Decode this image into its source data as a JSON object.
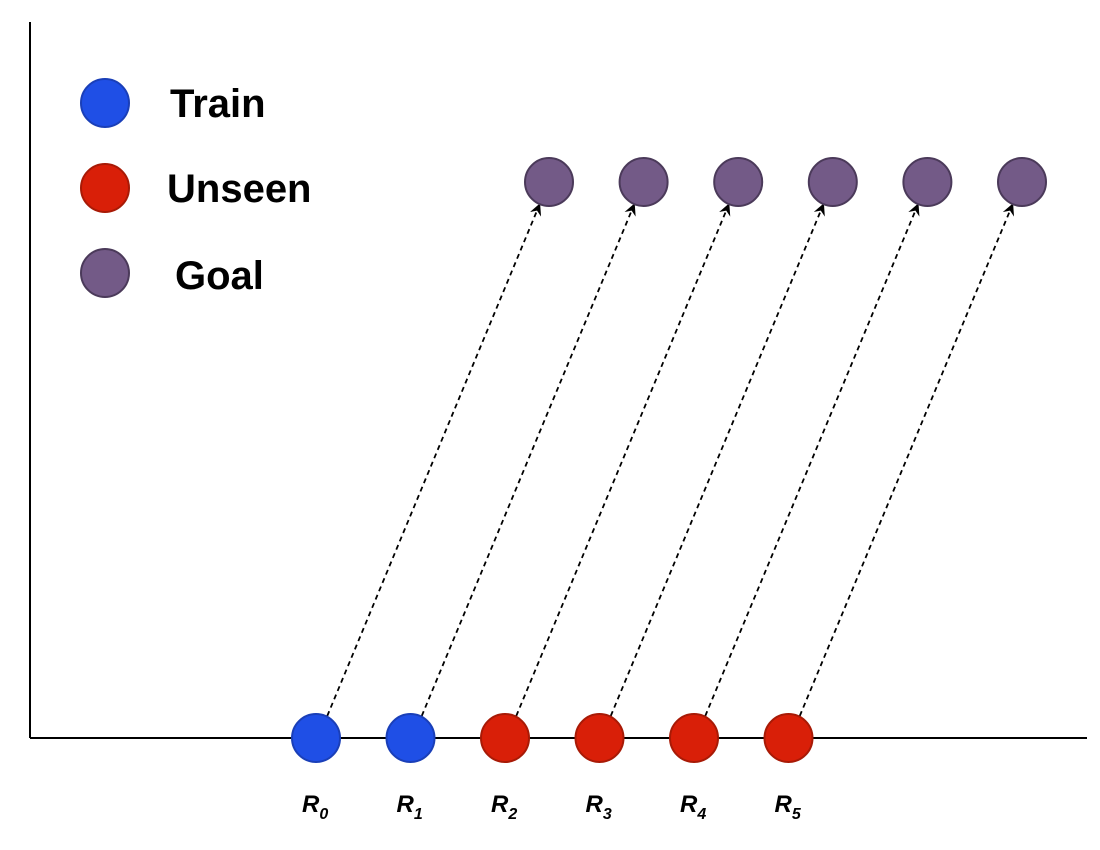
{
  "legend": {
    "items": [
      {
        "key": "train",
        "label": "Train",
        "fill": "#1f4fe6",
        "stroke": "#1a3fb8"
      },
      {
        "key": "unseen",
        "label": "Unseen",
        "fill": "#d91f08",
        "stroke": "#a81a06"
      },
      {
        "key": "goal",
        "label": "Goal",
        "fill": "#735a87",
        "stroke": "#4b3a5a"
      }
    ]
  },
  "nodes": [
    {
      "base": "R",
      "sub": "0",
      "kind": "train"
    },
    {
      "base": "R",
      "sub": "1",
      "kind": "train"
    },
    {
      "base": "R",
      "sub": "2",
      "kind": "unseen"
    },
    {
      "base": "R",
      "sub": "3",
      "kind": "unseen"
    },
    {
      "base": "R",
      "sub": "4",
      "kind": "unseen"
    },
    {
      "base": "R",
      "sub": "5",
      "kind": "unseen"
    }
  ],
  "goal_count": 6,
  "colors": {
    "axis": "#000000",
    "arrow": "#000000"
  }
}
